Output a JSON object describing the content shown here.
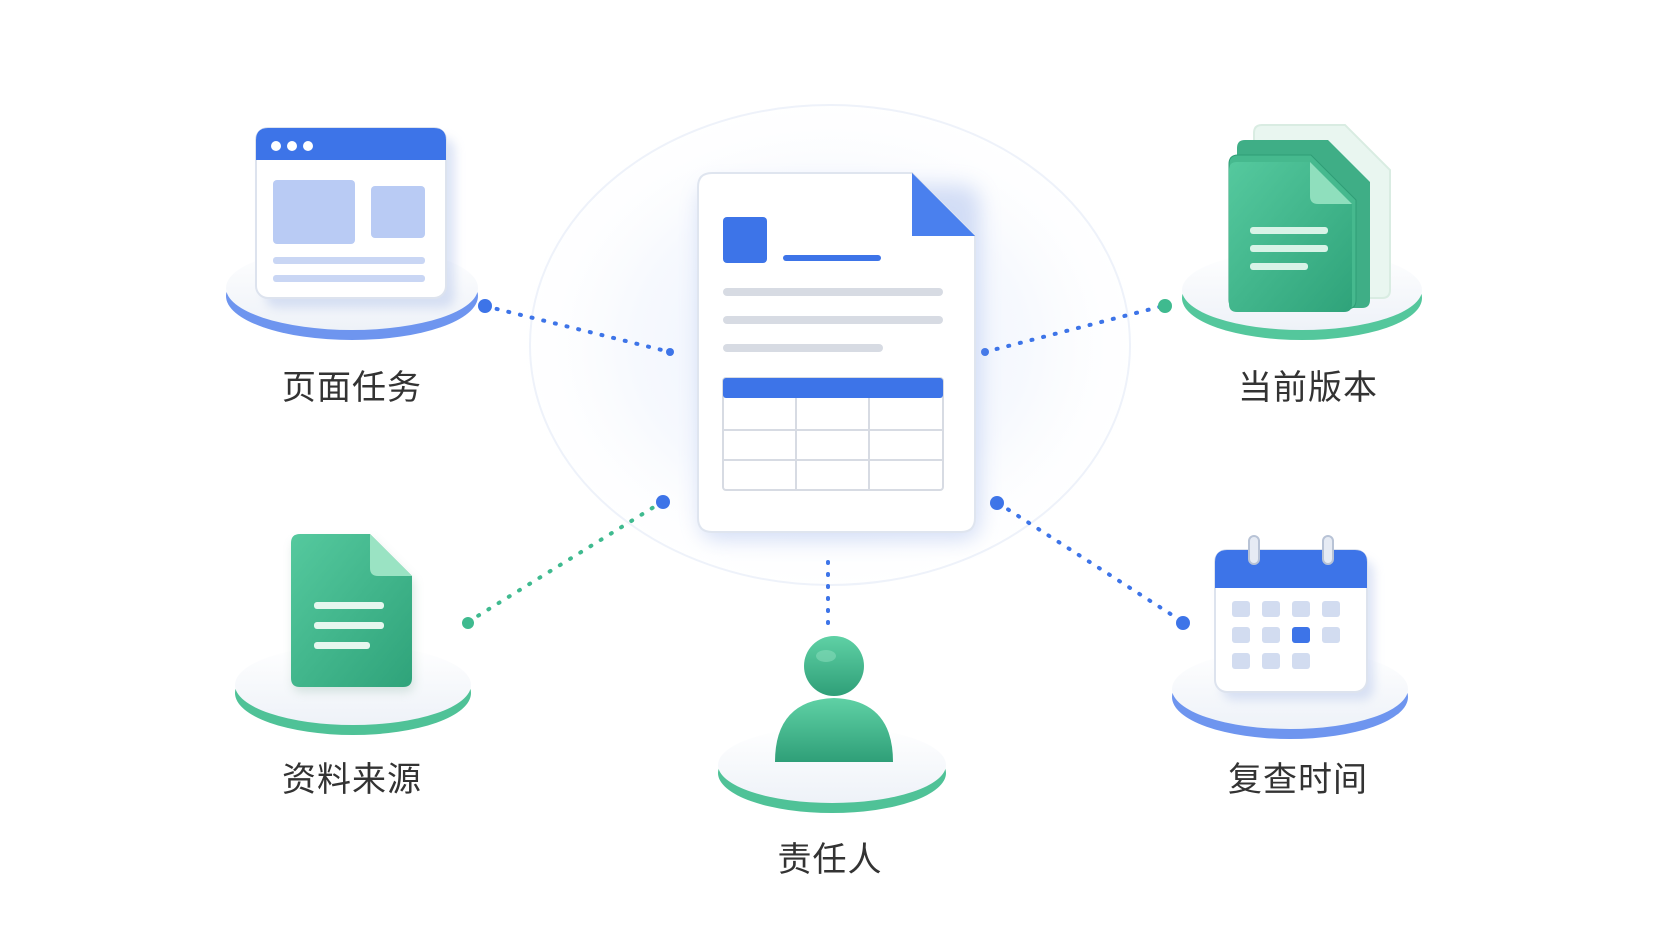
{
  "nodes": {
    "page_task": {
      "label": "页面任务",
      "icon": "browser-window-icon"
    },
    "current_version": {
      "label": "当前版本",
      "icon": "stacked-documents-icon"
    },
    "source_material": {
      "label": "资料来源",
      "icon": "document-icon"
    },
    "owner": {
      "label": "责任人",
      "icon": "person-icon"
    },
    "review_time": {
      "label": "复查时间",
      "icon": "calendar-icon"
    }
  },
  "center": {
    "icon": "record-document-icon"
  },
  "colors": {
    "blue": "#3d74e8",
    "blue_light": "#a9c2f6",
    "green": "#3fba8f",
    "green_dark": "#2e9e77",
    "gray_line": "#d7dbe3"
  }
}
